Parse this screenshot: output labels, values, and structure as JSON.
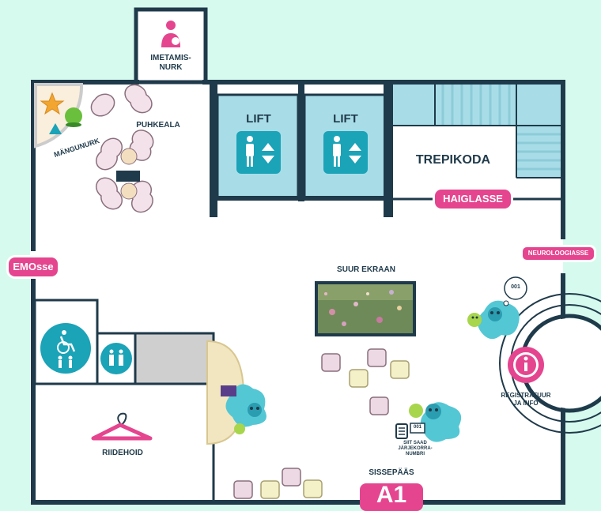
{
  "map": {
    "breastfeeding_room": "IMETAMIS-\nNURK",
    "rest_area": "PUHKEALA",
    "play_corner": "MÄNGUNURK",
    "lift_left": "LIFT",
    "lift_right": "LIFT",
    "stairwell": "TREPIKODA",
    "to_hospital": "HAIGLASSE",
    "to_emergency": "EMOsse",
    "to_neurology": "NEUROLOOGIASSE",
    "big_screen": "SUUR EKRAAN",
    "queue_ticket_text": "SIIT SAAD\nJÄRJEKORRA-\nNUMBRI",
    "queue_ticket_number": "001",
    "bubble_number": "001",
    "registry": "REGISTRATUUR\nJA INFO",
    "cloakroom": "RIIDEHOID",
    "entrance": "SISSEPÄÄS",
    "entrance_code": "A1"
  },
  "colors": {
    "background": "#d6fbee",
    "wall": "#1f3a4a",
    "accent_pink": "#e5458f",
    "teal": "#1ba3b8",
    "lift_blue": "#a8dde8"
  },
  "icons": [
    "breastfeeding-icon",
    "lift-icon",
    "wheelchair-icon",
    "restroom-icon",
    "hanger-icon",
    "info-icon",
    "ticket-icon",
    "mascot-icon"
  ]
}
